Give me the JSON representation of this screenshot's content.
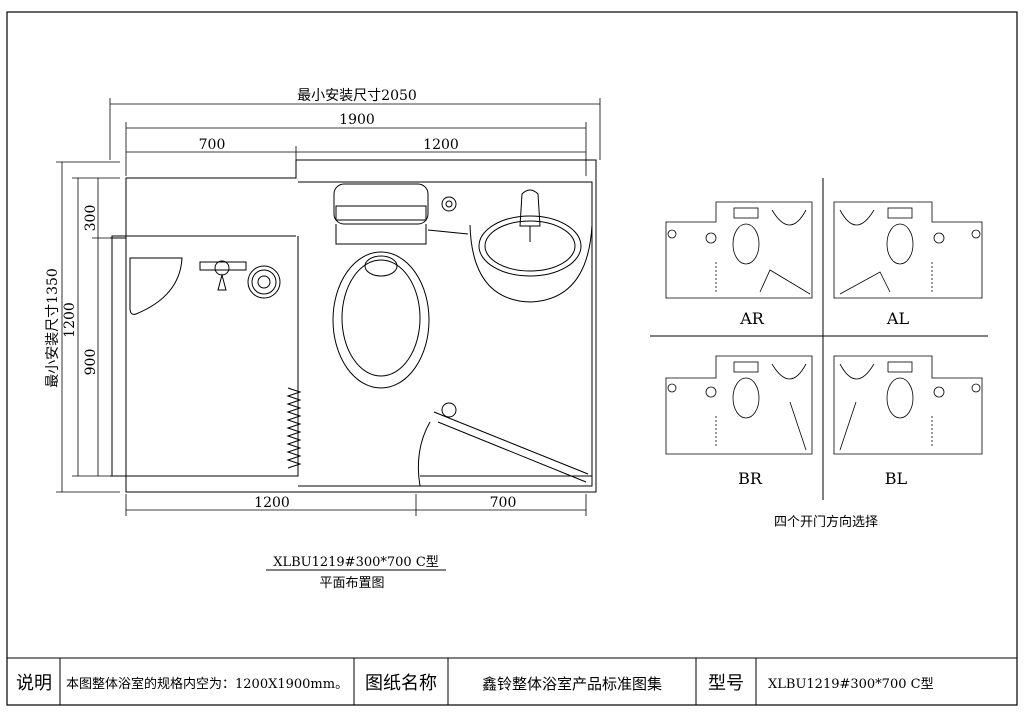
{
  "plan": {
    "min_install_width": "最小安装尺寸2050",
    "width_1900": "1900",
    "width_700_top": "700",
    "width_1200_top": "1200",
    "min_install_height": "最小安装尺寸1350",
    "height_1200": "1200",
    "height_300": "300",
    "height_900": "900",
    "width_1200_bottom": "1200",
    "width_700_bottom": "700",
    "model_caption": "XLBU1219#300*700 C型",
    "layout_caption": "平面布置图"
  },
  "door_options": {
    "labels": [
      "AR",
      "AL",
      "BR",
      "BL"
    ],
    "caption": "四个开门方向选择"
  },
  "title_block": {
    "note_label": "说明",
    "note_text": "本图整体浴室的规格内空为：1200X1900mm。",
    "drawing_name_label": "图纸名称",
    "drawing_name": "鑫铃整体浴室产品标准图集",
    "model_label": "型号",
    "model_value": "XLBU1219#300*700 C型"
  }
}
